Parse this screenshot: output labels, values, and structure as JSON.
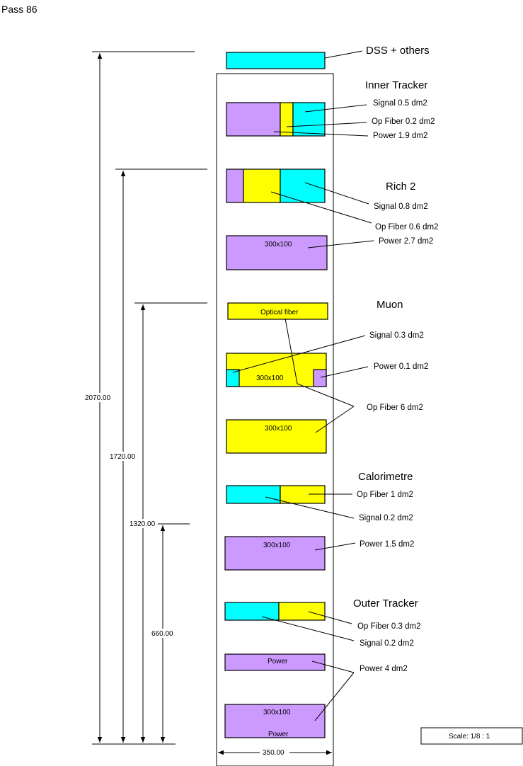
{
  "page_title": "Pass 86",
  "scale": "Scale: 1/8 : 1",
  "colors": {
    "cyan": "#00ffff",
    "yellow": "#ffff00",
    "purple": "#cc99ff"
  },
  "dimensions": {
    "d2070": "2070.00",
    "d1720": "1720.00",
    "d1320": "1320.00",
    "d660": "660.00",
    "width": "350.00"
  },
  "sections": {
    "dss": "DSS + others",
    "inner_tracker": "Inner Tracker",
    "rich2": "Rich 2",
    "muon": "Muon",
    "calorimetre": "Calorimetre",
    "outer_tracker": "Outer Tracker"
  },
  "labels": {
    "it_signal": "Signal 0.5 dm2",
    "it_opfiber": "Op Fiber 0.2 dm2",
    "it_power": "Power 1.9 dm2",
    "rich_signal": "Signal 0.8 dm2",
    "rich_opfiber": "Op Fiber 0.6 dm2",
    "rich_power": "Power 2.7 dm2",
    "muon_signal": "Signal 0.3 dm2",
    "muon_power": "Power 0.1 dm2",
    "muon_opfiber": "Op Fiber 6 dm2",
    "cal_opfiber": "Op Fiber 1 dm2",
    "cal_signal": "Signal 0.2 dm2",
    "cal_power": "Power 1.5 dm2",
    "ot_opfiber": "Op Fiber 0.3 dm2",
    "ot_signal": "Signal 0.2 dm2",
    "ot_power": "Power 4 dm2"
  },
  "box_text": {
    "size": "300x100",
    "optical_fiber": "Optical fiber",
    "power": "Power"
  }
}
